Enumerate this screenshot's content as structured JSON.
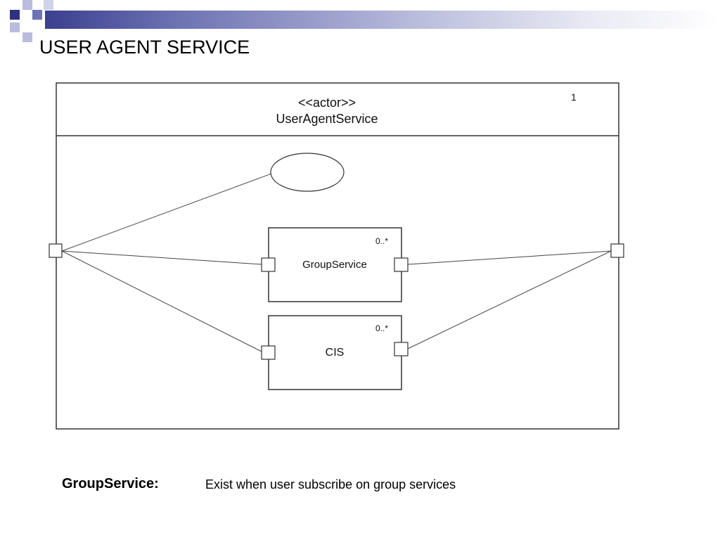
{
  "slide": {
    "title": "USER AGENT SERVICE",
    "accent_colors": [
      "#3a3f8f",
      "#6e73b3",
      "#b9bcdc"
    ]
  },
  "diagram": {
    "stereotype": "<<actor>>",
    "component_name": "UserAgentService",
    "multiplicity": "1",
    "parts": [
      {
        "name": "GroupService",
        "multiplicity": "0..*"
      },
      {
        "name": "CIS",
        "multiplicity": "0..*"
      }
    ]
  },
  "note": {
    "label": "GroupService:",
    "text": "Exist when user subscribe on group services"
  }
}
